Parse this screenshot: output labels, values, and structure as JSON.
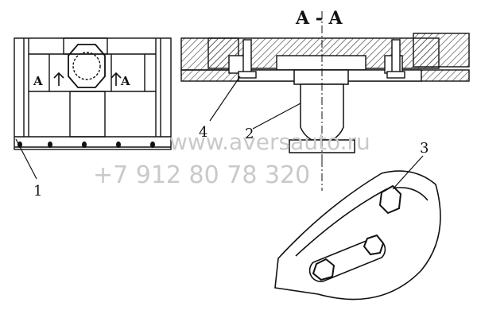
{
  "section_label": "A - A",
  "view_labels": [
    "A",
    "A"
  ],
  "callouts": [
    "1",
    "2",
    "3",
    "4"
  ],
  "watermark": {
    "url": "www.aversauto.ru",
    "phone": "+7 912 80 78 320"
  },
  "colors": {
    "line": "#111111",
    "hatch": "#333333",
    "watermark": "#c9c9c9"
  }
}
